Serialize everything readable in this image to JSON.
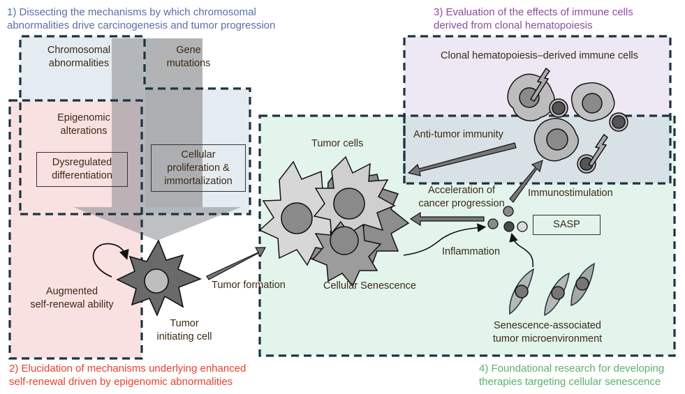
{
  "colors": {
    "section1": "#5a6fa6",
    "section2": "#e8402c",
    "section3": "#8a4d9a",
    "section4": "#5cb06a",
    "label_text": "#3a2a14",
    "dash_border": "#1c3440"
  },
  "sections": [
    {
      "id": 1,
      "title_line1": "1) Dissecting the mechanisms by which chromosomal",
      "title_line2": "abnormalities drive carcinogenesis and tumor progression"
    },
    {
      "id": 2,
      "title_line1": "2) Elucidation of mechanisms underlying enhanced",
      "title_line2": "self-renewal driven by epigenomic abnormalities"
    },
    {
      "id": 3,
      "title_line1": "3) Evaluation of the effects of immune cells",
      "title_line2": "derived from clonal hematopoiesis"
    },
    {
      "id": 4,
      "title_line1": "4) Foundational research for developing",
      "title_line2": "therapies targeting cellular senescence"
    }
  ],
  "labels": {
    "chromosomal_1": "Chromosomal",
    "chromosomal_2": "abnormalities",
    "gene_1": "Gene",
    "gene_2": "mutations",
    "epigenomic_1": "Epigenomic",
    "epigenomic_2": "alterations",
    "dysregulated_1": "Dysregulated",
    "dysregulated_2": "differentiation",
    "cellular_1": "Cellular",
    "cellular_2": "proliferation &",
    "cellular_3": "immortalization",
    "augmented_1": "Augmented",
    "augmented_2": "self-renewal ability",
    "tic_1": "Tumor",
    "tic_2": "initiating cell",
    "tumor_formation": "Tumor formation",
    "tumor_cells": "Tumor cells",
    "cellular_senescence": "Cellular Senescence",
    "clonal_immune": "Clonal hematopoiesis–derived immune cells",
    "anti_tumor": "Anti-tumor immunity",
    "acceleration_1": "Acceleration of",
    "acceleration_2": "cancer progression",
    "immunostimulation": "Immunostimulation",
    "sasp": "SASP",
    "inflammation": "Inflammation",
    "samicro_1": "Senescence-associated",
    "samicro_2": "tumor microenvironment"
  }
}
